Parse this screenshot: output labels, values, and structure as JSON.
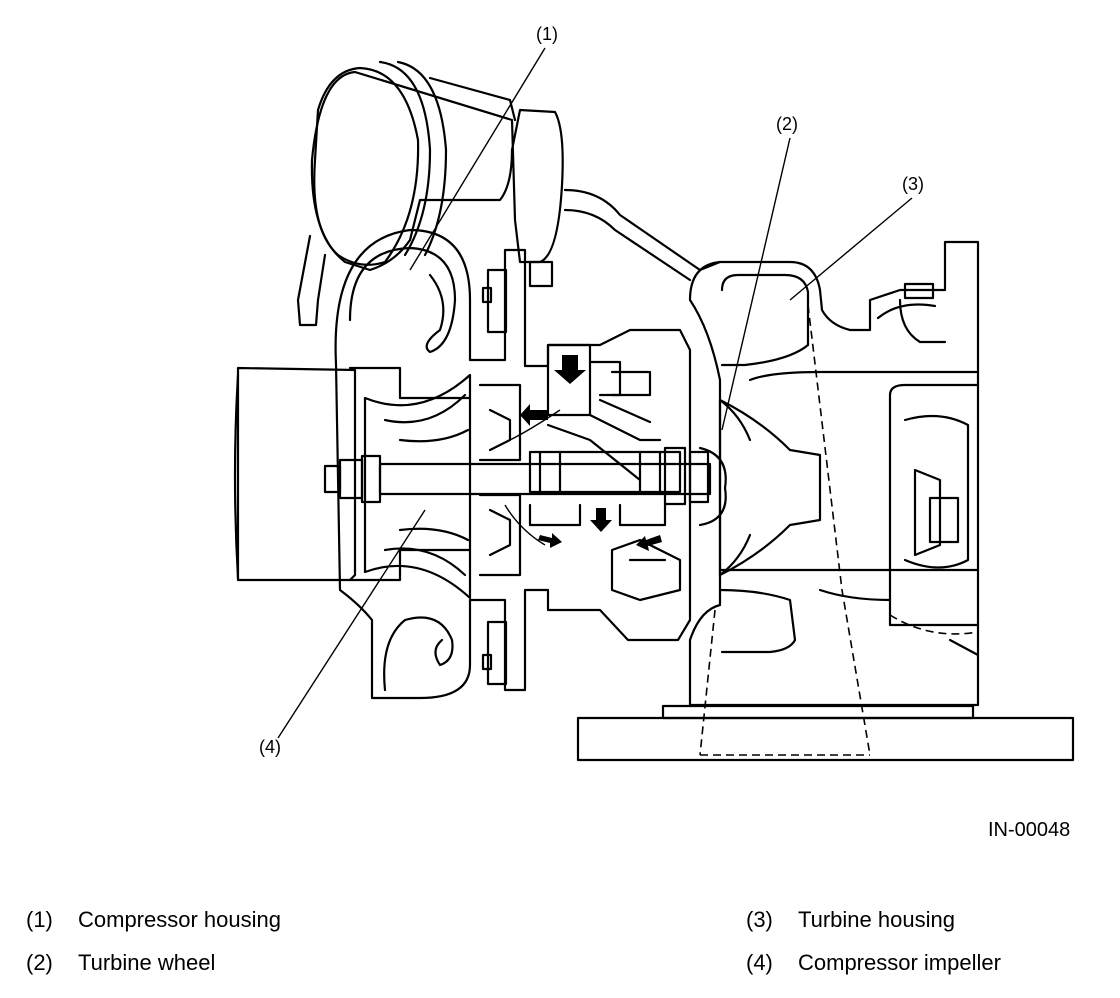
{
  "figure": {
    "id_label": "IN-00048",
    "callouts": [
      "(1)",
      "(2)",
      "(3)",
      "(4)"
    ]
  },
  "legend": [
    {
      "num": "(1)",
      "text": "Compressor housing"
    },
    {
      "num": "(2)",
      "text": "Turbine wheel"
    },
    {
      "num": "(3)",
      "text": "Turbine housing"
    },
    {
      "num": "(4)",
      "text": "Compressor impeller"
    }
  ]
}
